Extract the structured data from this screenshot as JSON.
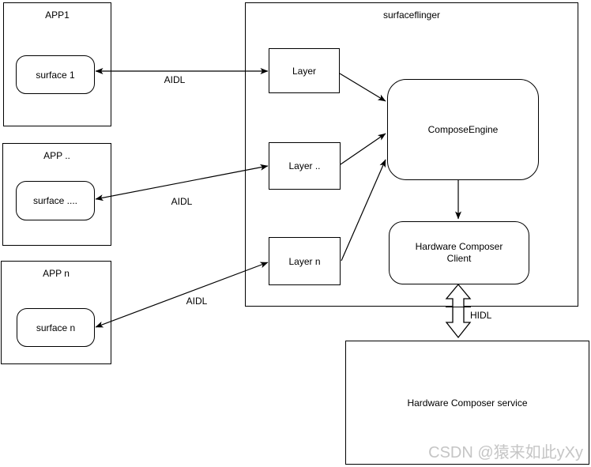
{
  "diagram": {
    "apps": [
      {
        "label": "APP1",
        "surface": "surface 1"
      },
      {
        "label": "APP ..",
        "surface": "surface ...."
      },
      {
        "label": "APP n",
        "surface": "surface n"
      }
    ],
    "surfaceflinger": {
      "label": "surfaceflinger",
      "layers": [
        "Layer",
        "Layer ..",
        "Layer n"
      ],
      "compose_engine_label": "ComposeEngine",
      "hwc_client_label": "Hardware Composer Client"
    },
    "hwc_service_label": "Hardware Composer service",
    "edge_labels": {
      "aidl": [
        "AIDL",
        "AIDL",
        "AIDL"
      ],
      "hidl": "HIDL"
    },
    "watermark": "CSDN @猿来如此yXy",
    "colors": {
      "line": "#000000",
      "background": "#ffffff",
      "watermark_text": "#c5c5c5"
    }
  }
}
